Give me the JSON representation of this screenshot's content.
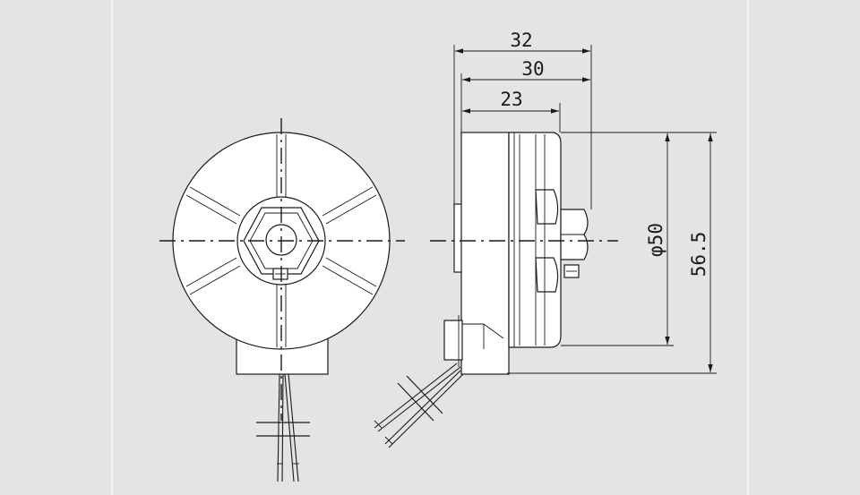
{
  "colors": {
    "background": "#e3e4e6",
    "grid": "#ffffff",
    "line": "#1a1a1a",
    "part_fill": "#ffffff"
  },
  "dimensions": {
    "overall_depth": "32",
    "rotor_depth": "30",
    "housing_depth": "23",
    "fan_diameter": "φ50",
    "overall_height": "56.5"
  }
}
